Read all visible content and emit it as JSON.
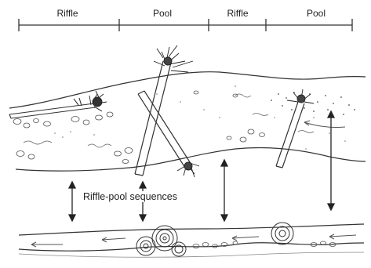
{
  "header": {
    "segments": [
      {
        "label": "Riffle"
      },
      {
        "label": "Pool"
      },
      {
        "label": "Riffle"
      },
      {
        "label": "Pool"
      }
    ]
  },
  "diagram": {
    "center_label": "Riffle-pool sequences"
  }
}
